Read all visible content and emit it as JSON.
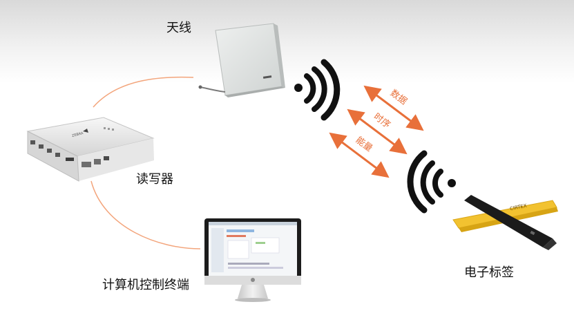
{
  "labels": {
    "antenna": "天线",
    "reader": "读写器",
    "computer": "计算机控制终端",
    "tag": "电子标签"
  },
  "arrows": {
    "data": "数据",
    "timing": "时序",
    "energy": "能量"
  },
  "device_text": {
    "reader_brand": "ZEBRA",
    "tag_brand": "CIRTEX"
  },
  "colors": {
    "connector": "#f3a57c",
    "arrow": "#e8703a",
    "wave": "#111111",
    "tag": "#f2c230"
  }
}
